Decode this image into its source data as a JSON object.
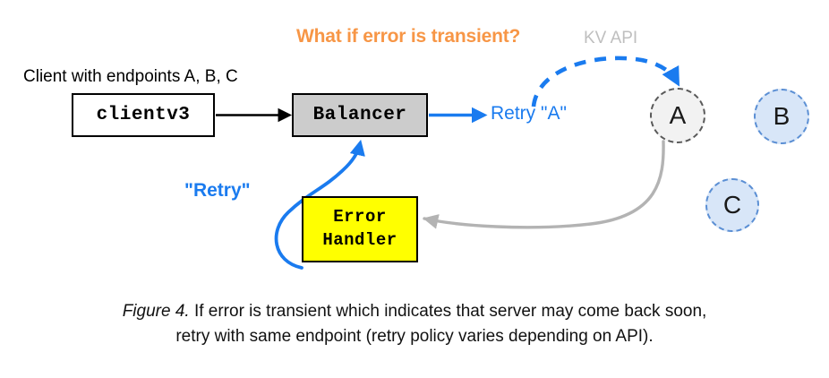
{
  "diagram": {
    "heading": "What if error is transient?",
    "kv_api_label": "KV API",
    "client_label": "Client with endpoints A, B, C",
    "boxes": {
      "clientv3": "clientv3",
      "balancer": "Balancer",
      "error_handler_line1": "Error",
      "error_handler_line2": "Handler"
    },
    "annotations": {
      "retry_a": "Retry \"A\"",
      "retry_quoted": "\"Retry\""
    },
    "endpoints": [
      {
        "id": "a",
        "label": "A",
        "fill": "#F2F2F2",
        "stroke": "#595959",
        "state": "retry-target"
      },
      {
        "id": "b",
        "label": "B",
        "fill": "#D8E6F8",
        "stroke": "#5B8FD4",
        "state": "available"
      },
      {
        "id": "c",
        "label": "C",
        "fill": "#D8E6F8",
        "stroke": "#5B8FD4",
        "state": "available"
      }
    ],
    "colors": {
      "accent_orange": "#F79646",
      "accent_blue": "#1A7BEF",
      "gray_text": "#BFBFBF",
      "gray_arrow": "#B3B3B3",
      "balancer_fill": "#CCCCCC",
      "error_fill": "#FFFF00"
    }
  },
  "caption": {
    "figure_label": "Figure 4.",
    "line1": " If error is transient which indicates that server may come back soon,",
    "line2": "retry with same endpoint (retry policy varies depending on API)."
  }
}
